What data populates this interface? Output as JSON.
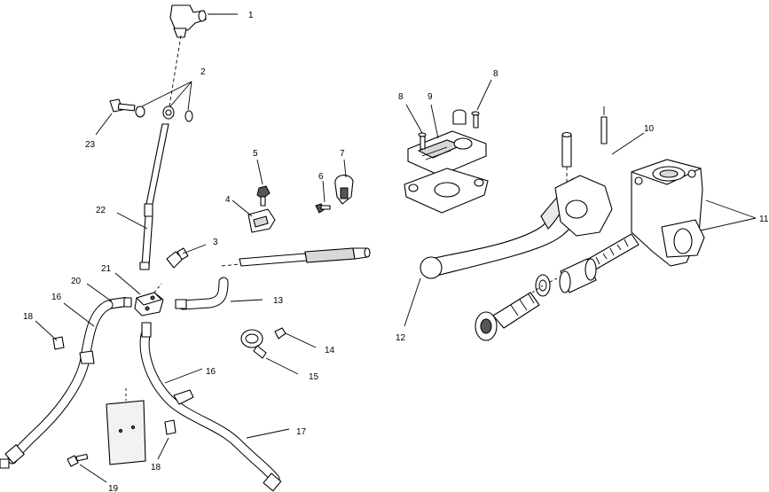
{
  "callouts": [
    {
      "id": "c1",
      "text": "1"
    },
    {
      "id": "c2",
      "text": "2"
    },
    {
      "id": "c3",
      "text": "3"
    },
    {
      "id": "c4",
      "text": "4"
    },
    {
      "id": "c5",
      "text": "5"
    },
    {
      "id": "c6",
      "text": "6"
    },
    {
      "id": "c7",
      "text": "7"
    },
    {
      "id": "c8a",
      "text": "8"
    },
    {
      "id": "c8b",
      "text": "8"
    },
    {
      "id": "c9",
      "text": "9"
    },
    {
      "id": "c10",
      "text": "10"
    },
    {
      "id": "c11",
      "text": "11"
    },
    {
      "id": "c12",
      "text": "12"
    },
    {
      "id": "c13",
      "text": "13"
    },
    {
      "id": "c14",
      "text": "14"
    },
    {
      "id": "c15",
      "text": "15"
    },
    {
      "id": "c16a",
      "text": "16"
    },
    {
      "id": "c16b",
      "text": "16"
    },
    {
      "id": "c17",
      "text": "17"
    },
    {
      "id": "c18a",
      "text": "18"
    },
    {
      "id": "c18b",
      "text": "18"
    },
    {
      "id": "c19",
      "text": "19"
    },
    {
      "id": "c20",
      "text": "20"
    },
    {
      "id": "c21",
      "text": "21"
    },
    {
      "id": "c22",
      "text": "22"
    },
    {
      "id": "c23",
      "text": "23"
    }
  ]
}
